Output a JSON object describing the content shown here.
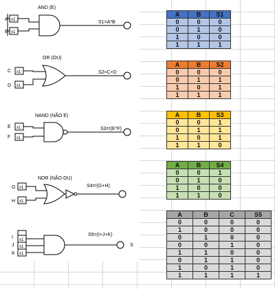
{
  "gates": [
    {
      "title": "AND (E)",
      "inputs": [
        "A",
        "B"
      ],
      "box": "x1",
      "expr": "S1=A*B"
    },
    {
      "title": "OR (OU)",
      "inputs": [
        "C",
        "D"
      ],
      "box": "x1",
      "expr": "S2=C+D"
    },
    {
      "title": "NAND (NÃO E)",
      "inputs": [
        "E",
        "F"
      ],
      "box": "x1",
      "expr": "S3=!(E*F)"
    },
    {
      "title": "NOR (NÃO OU)",
      "inputs": [
        "G",
        "H"
      ],
      "box": "x1",
      "expr": "S4=!(G+H)"
    },
    {
      "title": "",
      "inputs": [
        "I",
        "J",
        "K"
      ],
      "box": "x1",
      "expr": "S5=(I+J+K)",
      "output_label": "S"
    }
  ],
  "tables": [
    {
      "headers": [
        "A",
        "B",
        "S1"
      ],
      "rows": [
        [
          "0",
          "0",
          "0"
        ],
        [
          "0",
          "1",
          "0"
        ],
        [
          "1",
          "0",
          "0"
        ],
        [
          "1",
          "1",
          "1"
        ]
      ],
      "header_color": "#4472c4",
      "cell_color": "#b4c6e7"
    },
    {
      "headers": [
        "A",
        "B",
        "S2"
      ],
      "rows": [
        [
          "0",
          "0",
          "0"
        ],
        [
          "0",
          "1",
          "1"
        ],
        [
          "1",
          "0",
          "1"
        ],
        [
          "1",
          "1",
          "1"
        ]
      ],
      "header_color": "#ed7d31",
      "cell_color": "#f8cbad"
    },
    {
      "headers": [
        "A",
        "B",
        "S3"
      ],
      "rows": [
        [
          "0",
          "0",
          "1"
        ],
        [
          "0",
          "1",
          "1"
        ],
        [
          "1",
          "0",
          "1"
        ],
        [
          "1",
          "1",
          "0"
        ]
      ],
      "header_color": "#ffc000",
      "cell_color": "#ffe699"
    },
    {
      "headers": [
        "A",
        "B",
        "S4"
      ],
      "rows": [
        [
          "0",
          "0",
          "1"
        ],
        [
          "0",
          "1",
          "0"
        ],
        [
          "1",
          "0",
          "0"
        ],
        [
          "1",
          "1",
          "0"
        ]
      ],
      "header_color": "#70ad47",
      "cell_color": "#c6e0b4"
    },
    {
      "headers": [
        "A",
        "B",
        "C",
        "S5"
      ],
      "rows": [
        [
          "0",
          "0",
          "0",
          "0"
        ],
        [
          "1",
          "0",
          "0",
          "0"
        ],
        [
          "0",
          "1",
          "0",
          "0"
        ],
        [
          "0",
          "0",
          "1",
          "0"
        ],
        [
          "1",
          "1",
          "0",
          "0"
        ],
        [
          "0",
          "1",
          "1",
          "0"
        ],
        [
          "1",
          "0",
          "1",
          "0"
        ],
        [
          "1",
          "1",
          "1",
          "1"
        ]
      ],
      "header_color": "#a6a6a6",
      "cell_color": "#d9d9d9"
    }
  ]
}
